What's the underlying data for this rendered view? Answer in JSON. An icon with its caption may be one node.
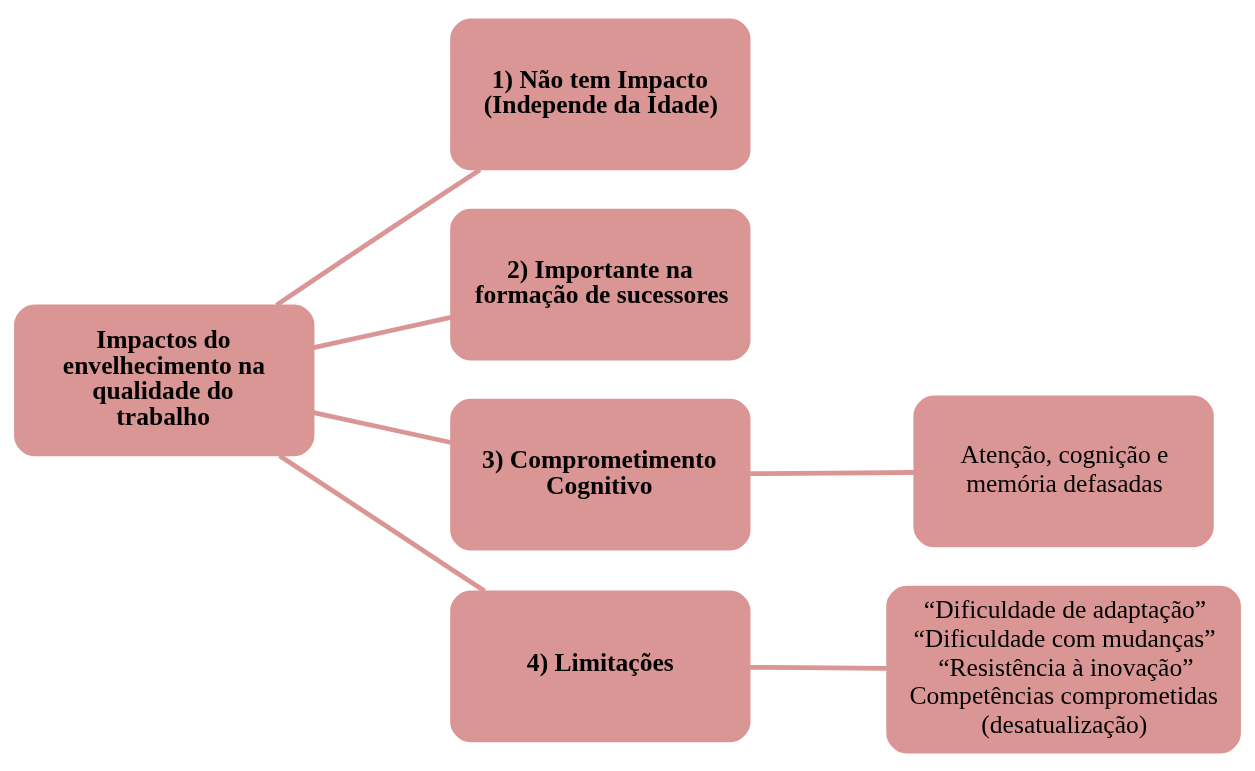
{
  "diagram": {
    "nodes": [
      {
        "text": [
          "Impactos do envelhecimento na qualidade do trabalho"
        ]
      },
      {
        "text": [
          "1) Não tem Impacto",
          "(Independe da Idade)"
        ]
      },
      {
        "text": [
          "2) Importante na formação de sucessores"
        ]
      },
      {
        "text": [
          "3) Comprometimento Cognitivo"
        ]
      },
      {
        "text": [
          "4) Limitações"
        ]
      },
      {
        "text": [
          "Atenção, cognição e memória defasadas"
        ]
      },
      {
        "text": [
          "“Dificuldade de adaptação”",
          "“Dificuldade com mudanças”",
          "“Resistência à inovação”",
          "Competências comprometidas (desatualização)"
        ]
      }
    ],
    "edges": [
      {
        "from": 0,
        "to": 1,
        "arrow": "none"
      },
      {
        "from": 0,
        "to": 2,
        "arrow": "none"
      },
      {
        "from": 0,
        "to": 3,
        "arrow": "none"
      },
      {
        "from": 0,
        "to": 4,
        "arrow": "none"
      },
      {
        "from": 3,
        "to": 5,
        "arrow": "none"
      },
      {
        "from": 4,
        "to": 6,
        "arrow": "none"
      }
    ]
  }
}
